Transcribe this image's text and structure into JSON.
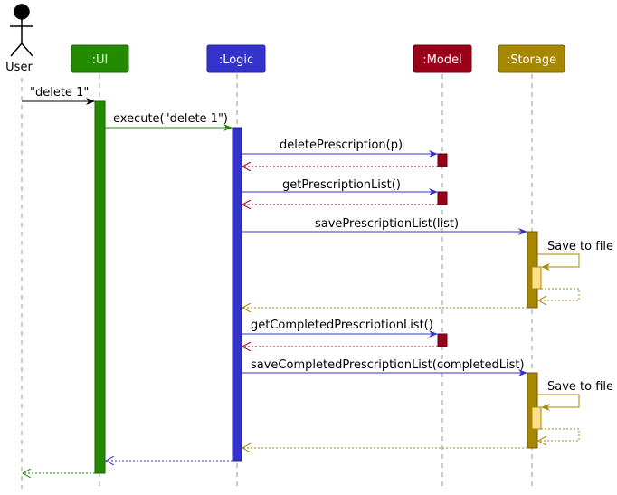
{
  "actors": {
    "user": "User",
    "ui": ":UI",
    "logic": ":Logic",
    "model": ":Model",
    "storage": ":Storage"
  },
  "colors": {
    "ui": "#228B00",
    "logic": "#3333CC",
    "model": "#9B0019",
    "storage": "#A88700",
    "storage_inner": "#FFE08A"
  },
  "messages": {
    "m1": "\"delete 1\"",
    "m2": "execute(\"delete 1\")",
    "m3": "deletePrescription(p)",
    "m4": "getPrescriptionList()",
    "m5": "savePrescriptionList(list)",
    "m6": "Save to file",
    "m7": "getCompletedPrescriptionList()",
    "m8": "saveCompletedPrescriptionList(completedList)",
    "m9": "Save to file"
  }
}
